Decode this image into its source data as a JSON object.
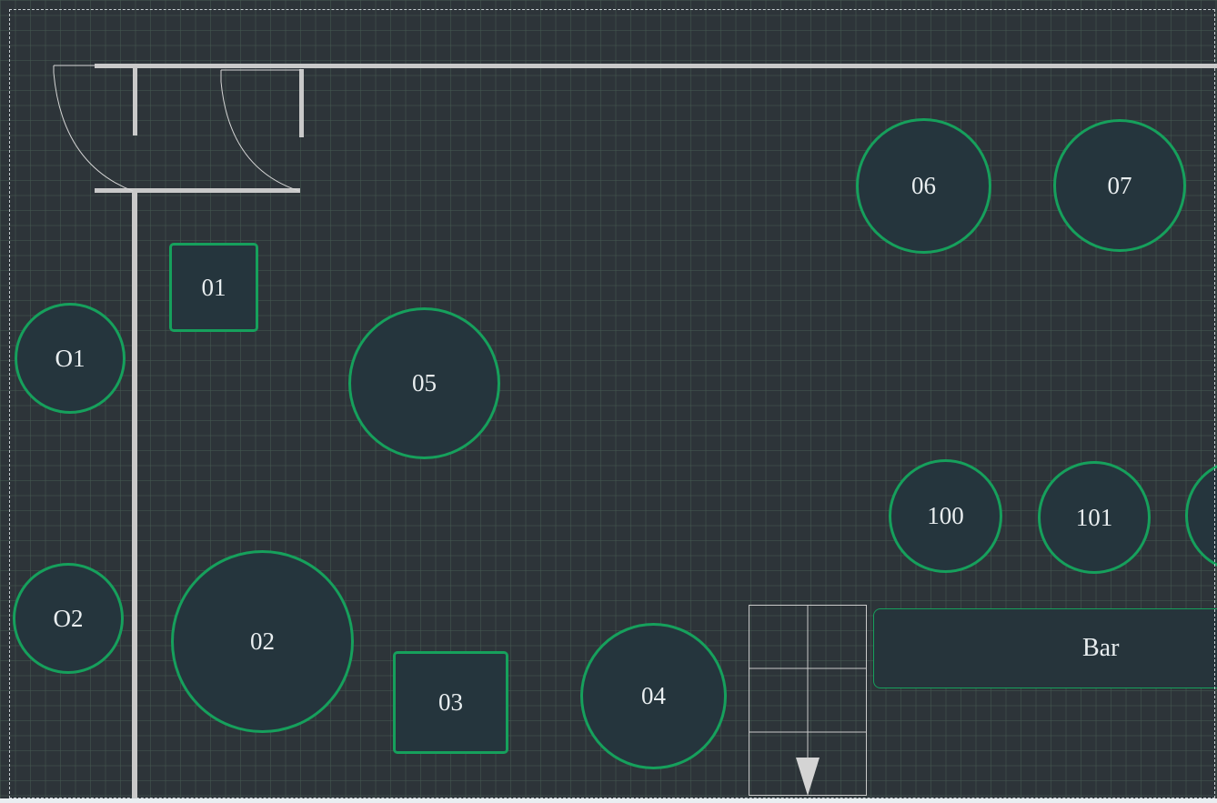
{
  "floor_plan": {
    "colors": {
      "background": "#2d3439",
      "grid_line": "#465a50",
      "wall": "#c9c9c9",
      "table_fill": "#25353d",
      "table_border": "#16a05c",
      "label": "#e9eef0"
    },
    "tables": {
      "o1": "O1",
      "o2": "O2",
      "t01": "01",
      "t02": "02",
      "t03": "03",
      "t04": "04",
      "t05": "05",
      "t06": "06",
      "t07": "07",
      "t100": "100",
      "t101": "101"
    },
    "bar_label": "Bar",
    "icons": {
      "stairs": "stairs-down-icon",
      "door": "door-swing-icon"
    }
  }
}
